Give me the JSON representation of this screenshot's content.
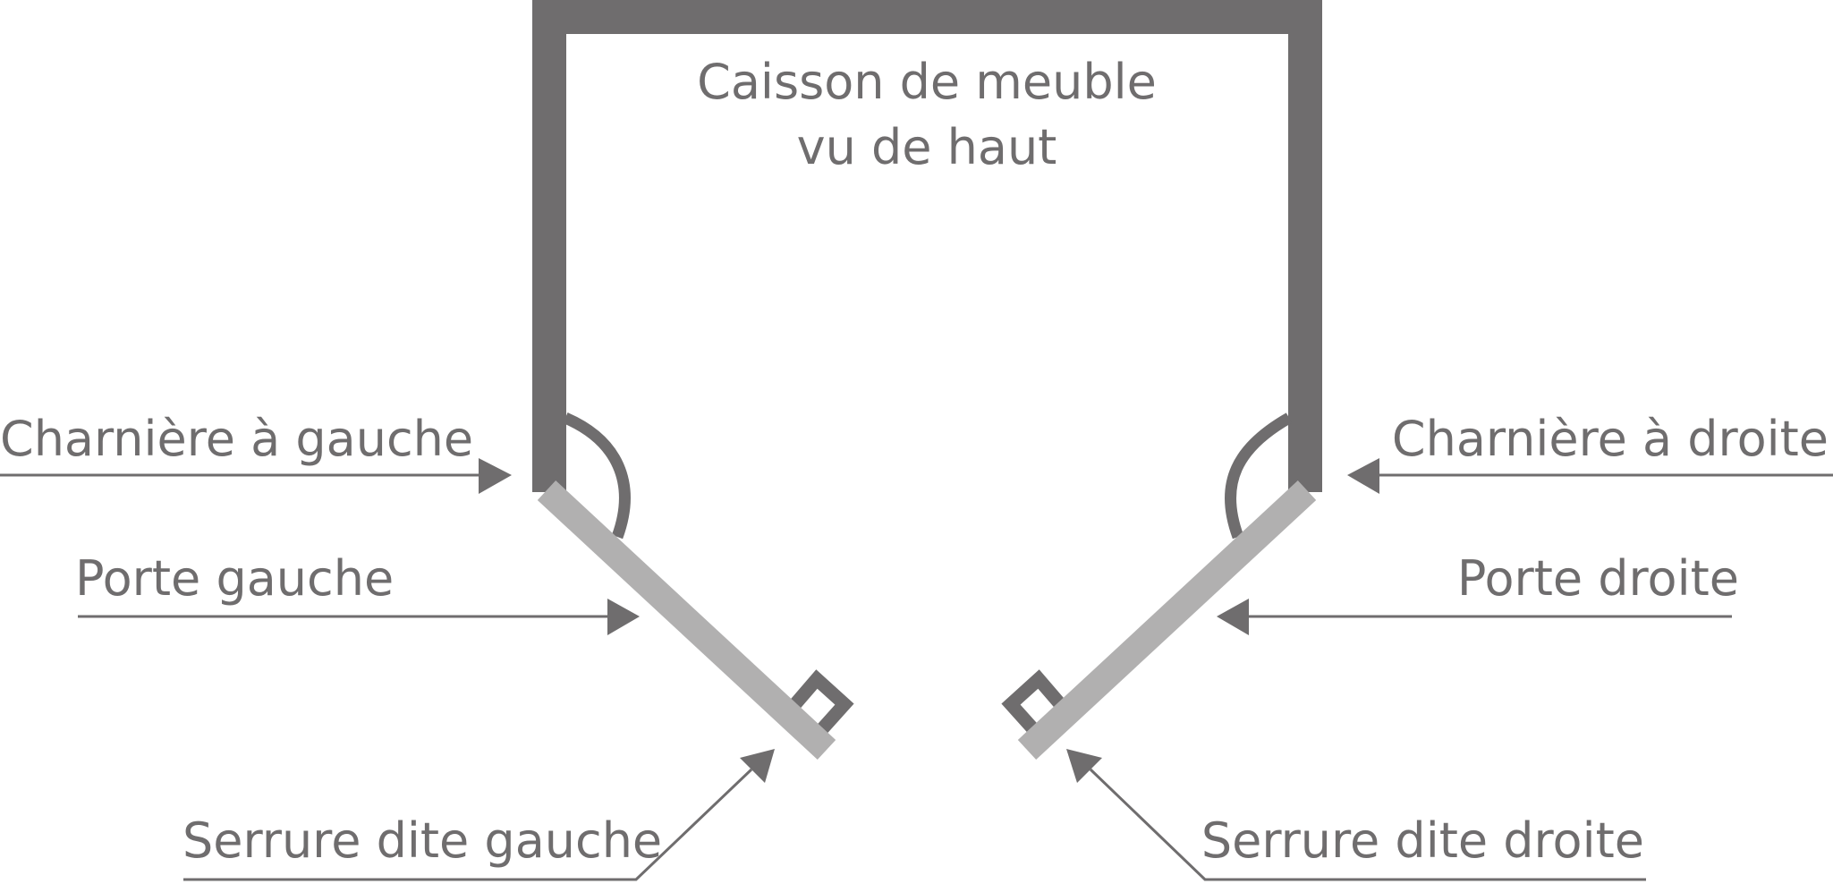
{
  "title": {
    "line1": "Caisson de meuble",
    "line2": "vu de haut"
  },
  "labels": {
    "hinge_left": "Charnière à gauche",
    "hinge_right": "Charnière à droite",
    "door_left": "Porte gauche",
    "door_right": "Porte droite",
    "lock_left": "Serrure dite gauche",
    "lock_right": "Serrure dite droite"
  },
  "colors": {
    "cabinet": "#6f6d6e",
    "door": "#b1b0b0",
    "text": "#6f6d6e",
    "background": "#ffffff"
  }
}
